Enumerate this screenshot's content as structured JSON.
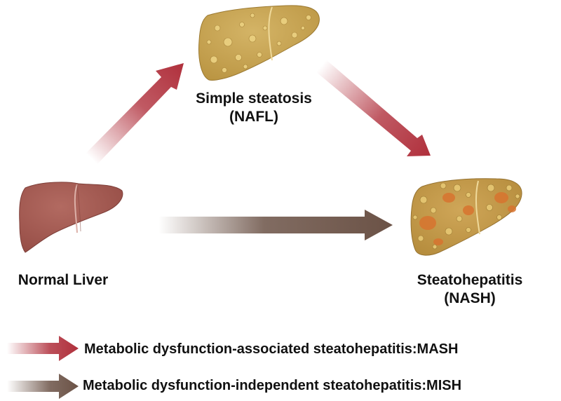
{
  "nodes": {
    "simple": {
      "line1": "Simple  steatosis",
      "line2": "(NAFL)"
    },
    "normal": {
      "line1": "Normal Liver"
    },
    "nash": {
      "line1": "Steatohepatitis",
      "line2": "(NASH)"
    }
  },
  "legend": {
    "mash": "Metabolic dysfunction-associated steatohepatitis:MASH",
    "mish": "Metabolic dysfunction-independent steatohepatitis:MISH"
  },
  "colors": {
    "mash_arrow": "#b0303c",
    "mish_arrow": "#6b5246",
    "normal_liver": "#a35a52",
    "fatty_liver": "#c9a557",
    "nash_liver": "#c59a4c",
    "nash_spots": "#d8742f"
  }
}
